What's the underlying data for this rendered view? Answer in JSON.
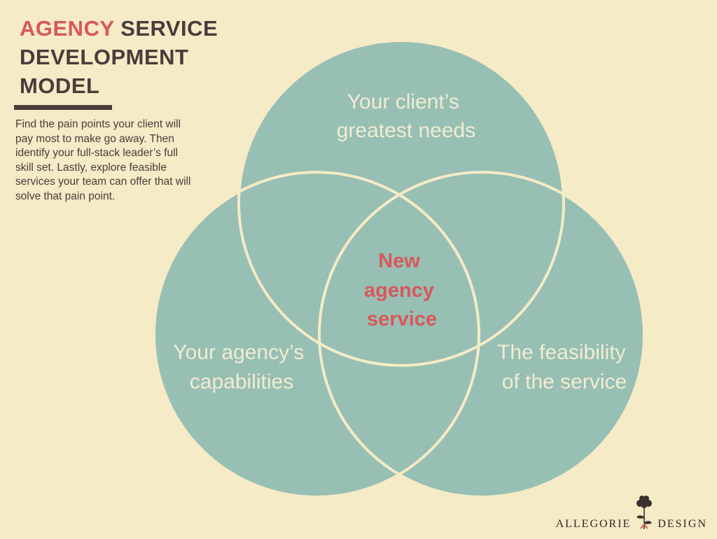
{
  "title": {
    "accent": "AGENCY",
    "line1_rest": " SERVICE",
    "line2": "DEVELOPMENT",
    "line3": "MODEL"
  },
  "description": "Find the pain points your client will pay most to make go away. Then identify your full-stack leader’s full skill set. Lastly, explore feasible services your team can offer that will solve that pain point.",
  "venn": {
    "top": [
      "Your client’s",
      "greatest needs"
    ],
    "left": [
      "Your agency’s",
      "capabilities"
    ],
    "right": [
      "The feasibility",
      "of the service"
    ],
    "center": [
      "New",
      "agency",
      "service"
    ]
  },
  "logo": {
    "left": "ALLEGORIE",
    "right": "DESIGN"
  },
  "colors": {
    "background": "#f5ebc6",
    "circle_fill": "#97bfb4",
    "circle_stroke": "#f5ebc6",
    "accent": "#d9575a",
    "dark_text": "#4b3b3b",
    "circle_text": "#f2ecd2"
  }
}
